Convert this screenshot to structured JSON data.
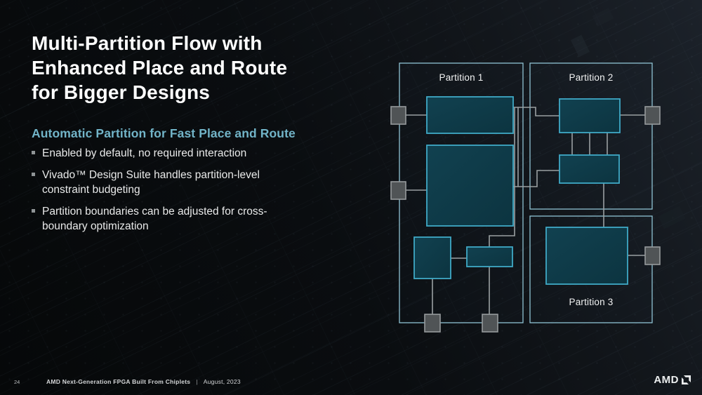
{
  "header": {
    "title_lines": [
      "Multi-Partition Flow with",
      "Enhanced Place and Route",
      "for Bigger Designs"
    ],
    "subtitle": "Automatic Partition for Fast Place and Route"
  },
  "bullets": [
    {
      "text": "Enabled by default, no required interaction"
    },
    {
      "text": "Vivado™ Design Suite handles partition-level constraint budgeting"
    },
    {
      "text": "Partition boundaries can be adjusted for cross-boundary optimization"
    }
  ],
  "diagram": {
    "partitions": [
      {
        "label": "Partition 1"
      },
      {
        "label": "Partition 2"
      },
      {
        "label": "Partition 3"
      }
    ]
  },
  "footer": {
    "page_number": "24",
    "doc_title": "AMD Next-Generation FPGA Built From Chiplets",
    "separator": "|",
    "date": "August, 2023",
    "logo_text": "AMD"
  },
  "colors": {
    "accent_teal_text": "#72b4c8",
    "block_fill": "#0f3d4a",
    "block_border": "#3fa9c6",
    "partition_border": "#8fc3d4",
    "connector_gray": "#9aa0a2",
    "port_fill": "#505456",
    "port_border": "#969a9c"
  }
}
